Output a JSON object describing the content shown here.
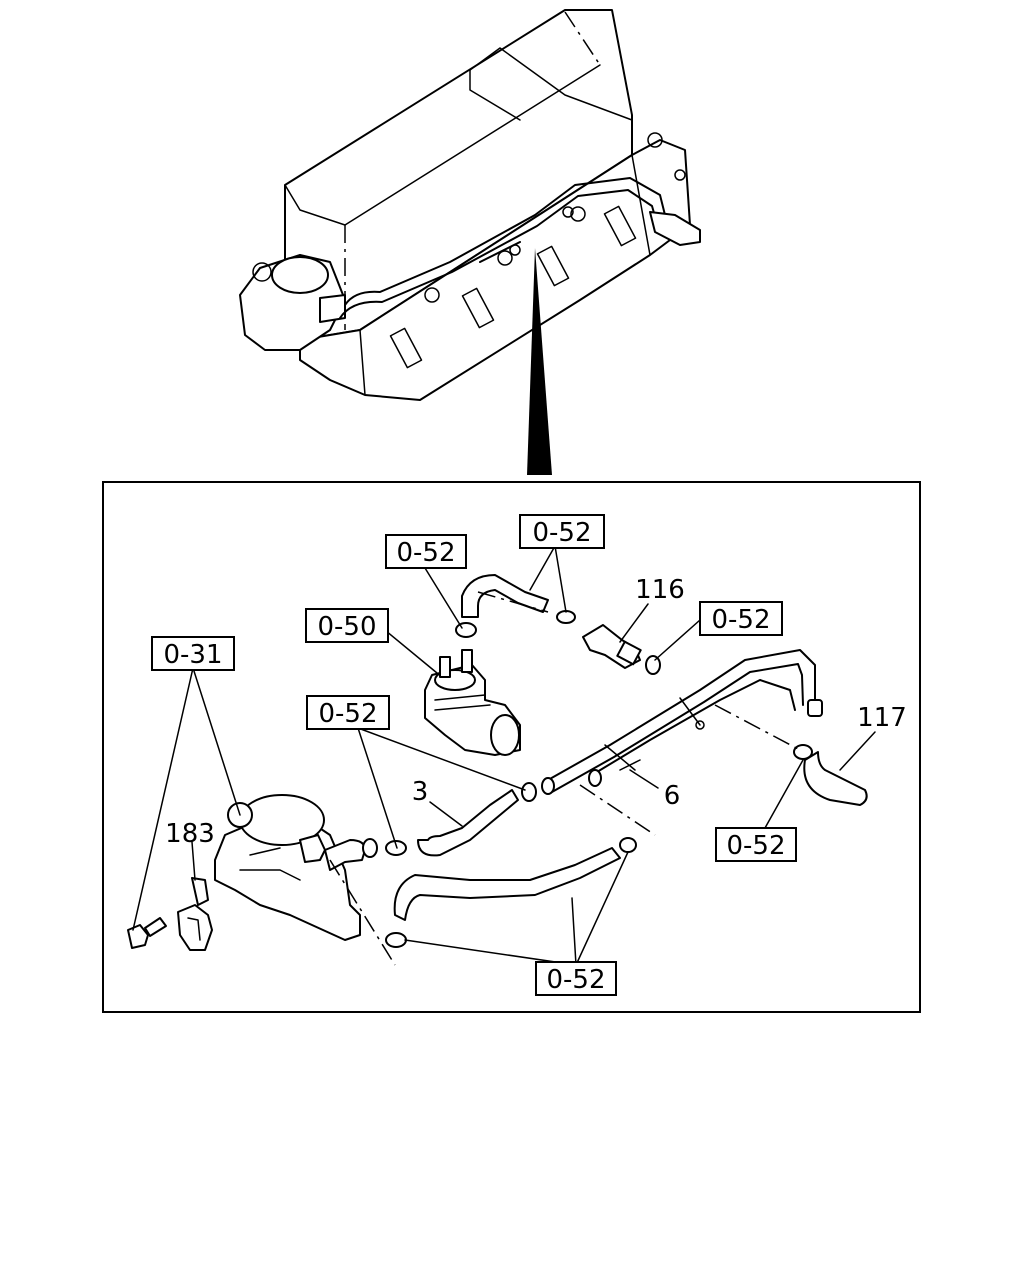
{
  "callouts": {
    "c1": "0-52",
    "c2": "0-52",
    "c3": "0-52",
    "c4": "0-50",
    "c5": "0-31",
    "c6": "0-52",
    "c7": "0-52",
    "c8": "0-52"
  },
  "part_numbers": {
    "p116": "116",
    "p117": "117",
    "p3": "3",
    "p6": "6",
    "p183": "183"
  }
}
